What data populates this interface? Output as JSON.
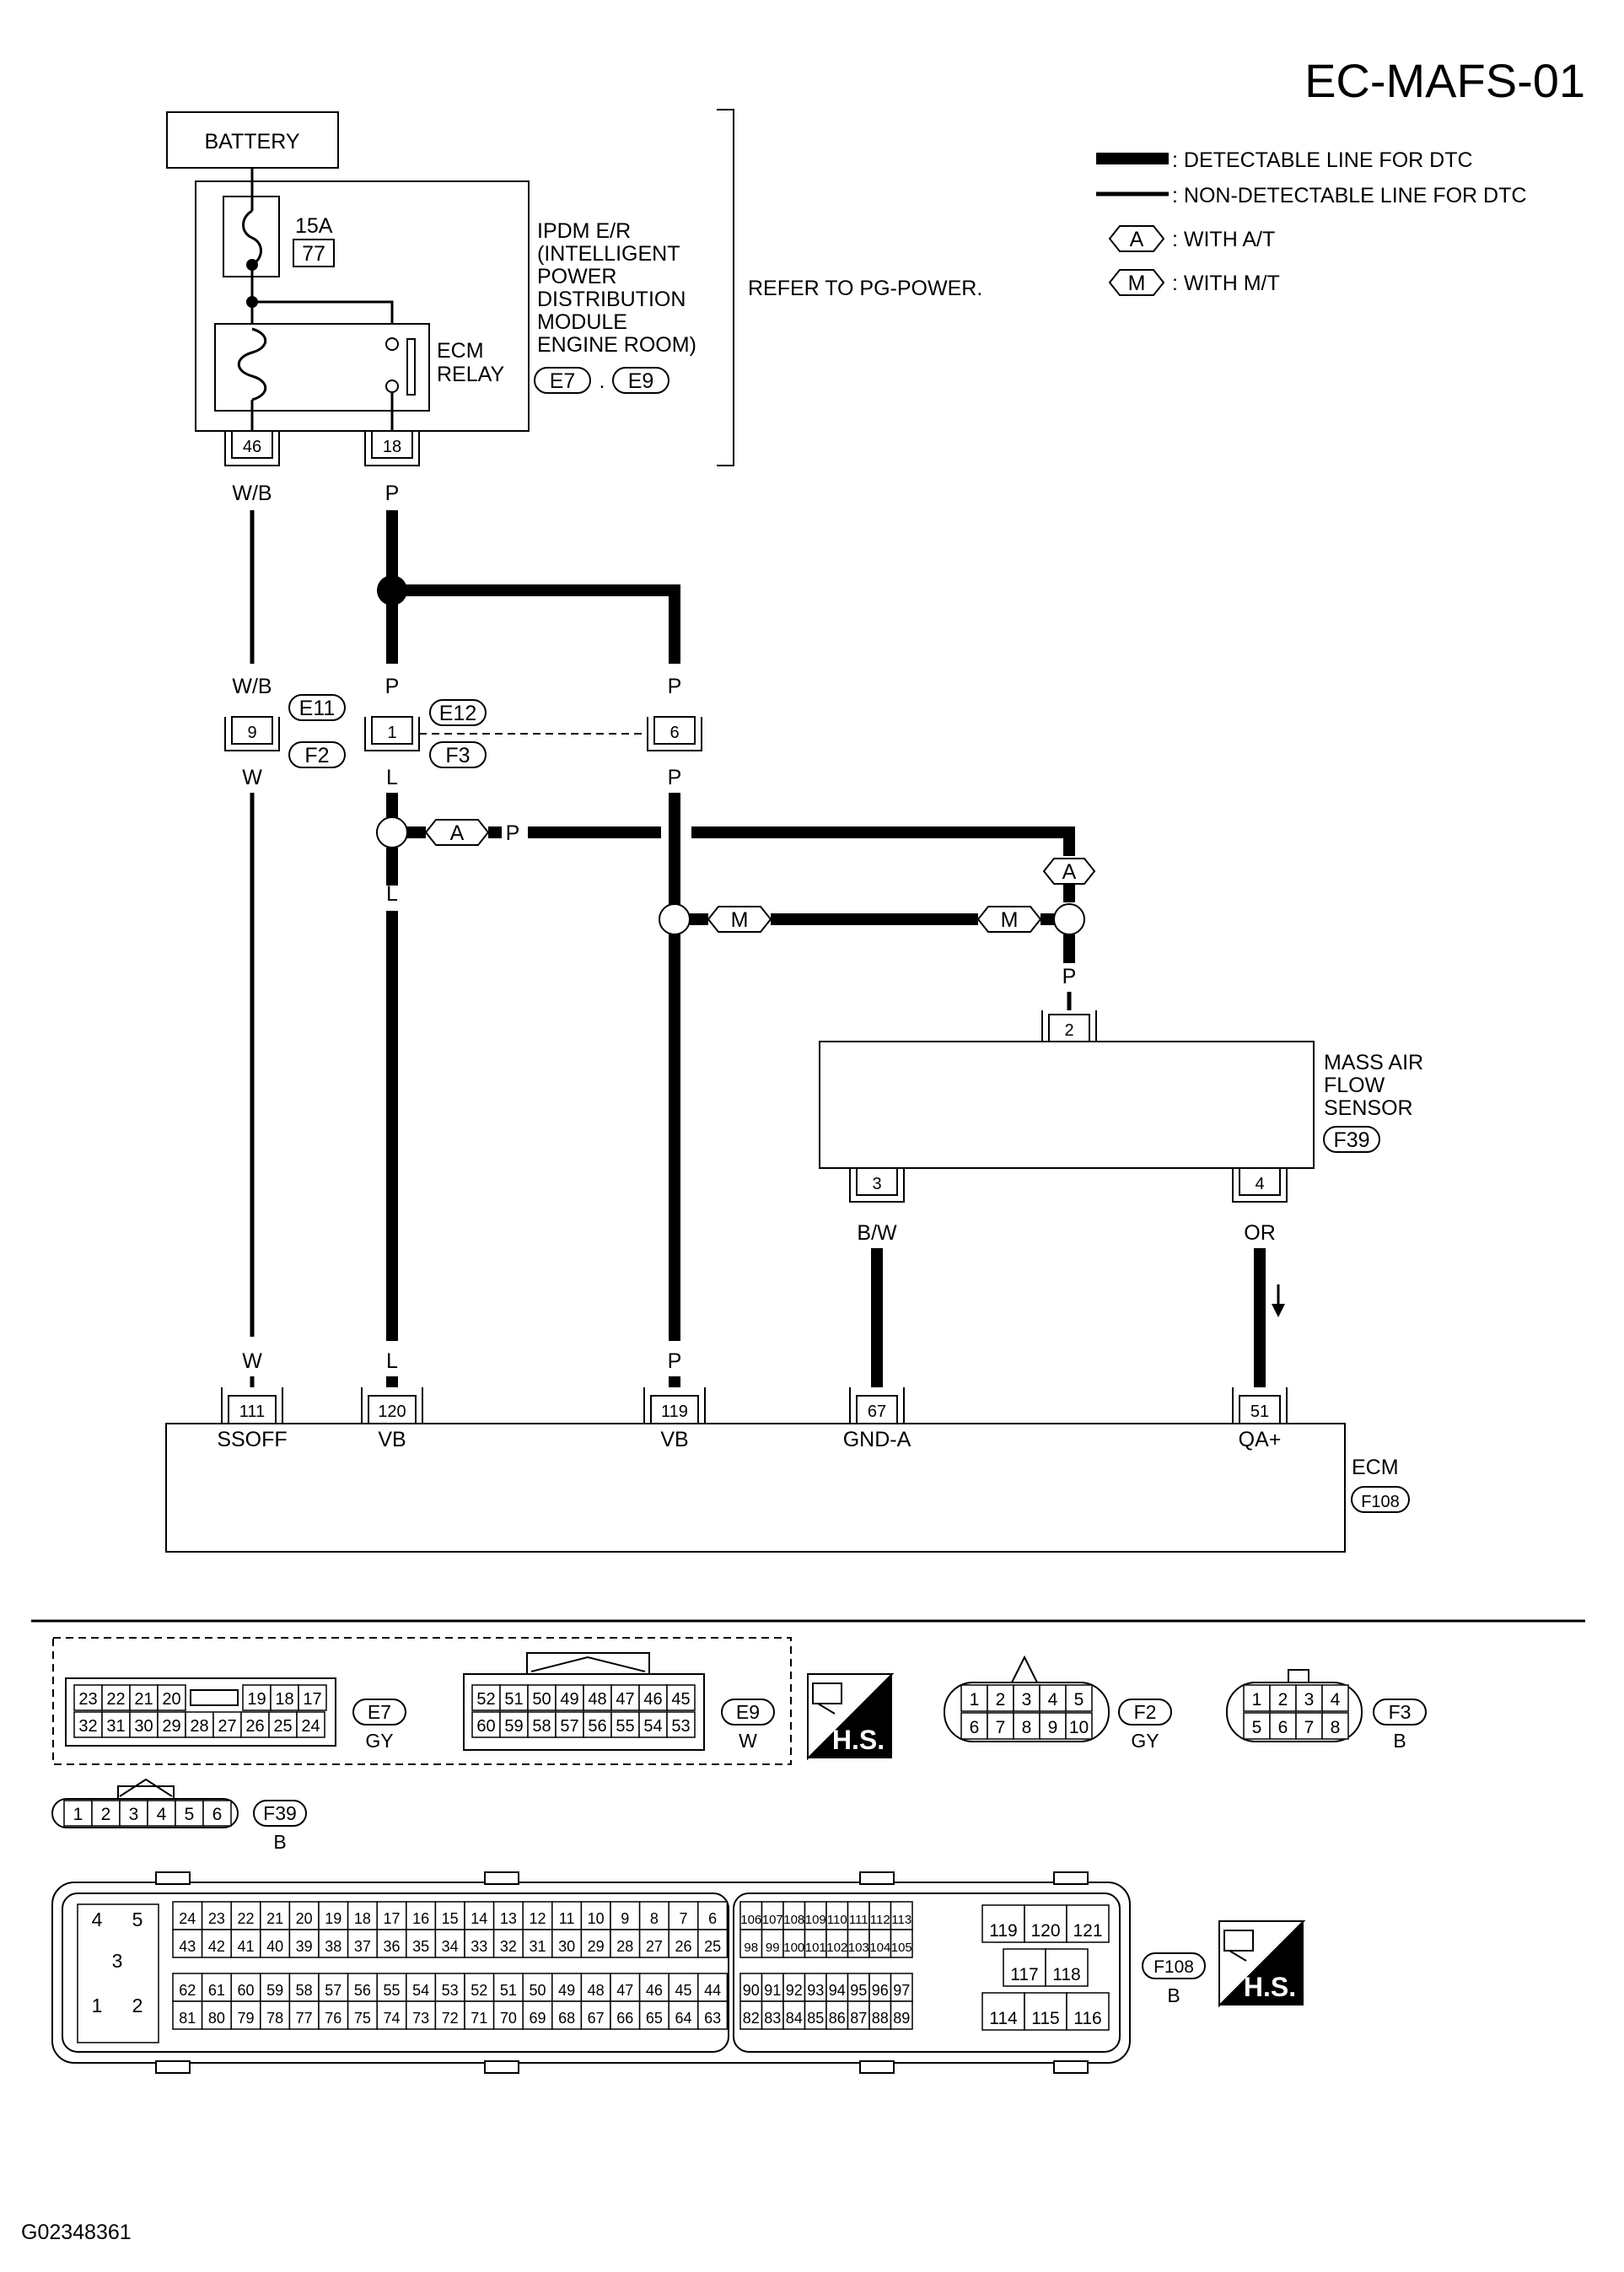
{
  "title": "EC-MAFS-01",
  "legend": {
    "detectable": ": DETECTABLE LINE FOR DTC",
    "non_detectable": ": NON-DETECTABLE LINE FOR DTC",
    "with_at_code": "A",
    "with_at": ": WITH A/T",
    "with_mt_code": "M",
    "with_mt": ": WITH M/T"
  },
  "battery": "BATTERY",
  "fuse": {
    "rating": "15A",
    "number": "77"
  },
  "ipdm": {
    "lines": [
      "IPDM E/R",
      "(INTELLIGENT",
      " POWER",
      " DISTRIBUTION",
      " MODULE",
      " ENGINE ROOM)"
    ],
    "conn1": "E7",
    "sep": ".",
    "conn2": "E9"
  },
  "relay": {
    "line1": "ECM",
    "line2": "RELAY"
  },
  "refer": "REFER TO PG-POWER.",
  "pins": {
    "p46": "46",
    "p18": "18",
    "p9": "9",
    "p1": "1",
    "p6": "6",
    "p2": "2",
    "p3": "3",
    "p4": "4",
    "p111": "111",
    "p120": "120",
    "p119": "119",
    "p67": "67",
    "p51": "51"
  },
  "wires": {
    "wb": "W/B",
    "p": "P",
    "w": "W",
    "l": "L",
    "bw": "B/W",
    "or": "OR"
  },
  "joint": {
    "e11": "E11",
    "f2": "F2",
    "e12": "E12",
    "f3": "F3"
  },
  "opt": {
    "a": "A",
    "m": "M"
  },
  "maf": {
    "lines": [
      "MASS AIR",
      "FLOW",
      "SENSOR"
    ],
    "conn": "F39"
  },
  "ecm": {
    "name": "ECM",
    "conn": "F108",
    "labels": {
      "ssoff": "SSOFF",
      "vb1": "VB",
      "vb2": "VB",
      "gnd": "GND-A",
      "qa": "QA+"
    }
  },
  "connectors": {
    "e7": {
      "id": "E7",
      "color": "GY",
      "row1": [
        "23",
        "22",
        "21",
        "20",
        "",
        "19",
        "18",
        "17"
      ],
      "row2": [
        "32",
        "31",
        "30",
        "29",
        "28",
        "27",
        "26",
        "25",
        "24"
      ]
    },
    "e9": {
      "id": "E9",
      "color": "W",
      "row1": [
        "52",
        "51",
        "50",
        "49",
        "48",
        "47",
        "46",
        "45"
      ],
      "row2": [
        "60",
        "59",
        "58",
        "57",
        "56",
        "55",
        "54",
        "53"
      ]
    },
    "f2": {
      "id": "F2",
      "color": "GY",
      "row1": [
        "1",
        "2",
        "3",
        "4",
        "5"
      ],
      "row2": [
        "6",
        "7",
        "8",
        "9",
        "10"
      ]
    },
    "f3": {
      "id": "F3",
      "color": "B",
      "row1": [
        "1",
        "2",
        "3",
        "4"
      ],
      "row2": [
        "5",
        "6",
        "7",
        "8"
      ]
    },
    "f39": {
      "id": "F39",
      "color": "B",
      "pins": [
        "1",
        "2",
        "3",
        "4",
        "5",
        "6"
      ]
    },
    "f108": {
      "id": "F108",
      "color": "B",
      "left_block": [
        "4",
        "5",
        "3",
        "1",
        "2"
      ],
      "r1": [
        "24",
        "23",
        "22",
        "21",
        "20",
        "19",
        "18",
        "17",
        "16",
        "15",
        "14",
        "13",
        "12",
        "11",
        "10",
        "9",
        "8",
        "7",
        "6"
      ],
      "r2": [
        "43",
        "42",
        "41",
        "40",
        "39",
        "38",
        "37",
        "36",
        "35",
        "34",
        "33",
        "32",
        "31",
        "30",
        "29",
        "28",
        "27",
        "26",
        "25"
      ],
      "r3": [
        "62",
        "61",
        "60",
        "59",
        "58",
        "57",
        "56",
        "55",
        "54",
        "53",
        "52",
        "51",
        "50",
        "49",
        "48",
        "47",
        "46",
        "45",
        "44"
      ],
      "r4": [
        "81",
        "80",
        "79",
        "78",
        "77",
        "76",
        "75",
        "74",
        "73",
        "72",
        "71",
        "70",
        "69",
        "68",
        "67",
        "66",
        "65",
        "64",
        "63"
      ],
      "m1": [
        "106",
        "107",
        "108",
        "109",
        "110",
        "111",
        "112",
        "113"
      ],
      "m2": [
        "98",
        "99",
        "100",
        "101",
        "102",
        "103",
        "104",
        "105"
      ],
      "m3": [
        "90",
        "91",
        "92",
        "93",
        "94",
        "95",
        "96",
        "97"
      ],
      "m4": [
        "82",
        "83",
        "84",
        "85",
        "86",
        "87",
        "88",
        "89"
      ],
      "rb1": [
        "119",
        "120",
        "121"
      ],
      "rb2": [
        "117",
        "118"
      ],
      "rb3": [
        "114",
        "115",
        "116"
      ]
    }
  },
  "hs": "H.S.",
  "footer_id": "G02348361"
}
